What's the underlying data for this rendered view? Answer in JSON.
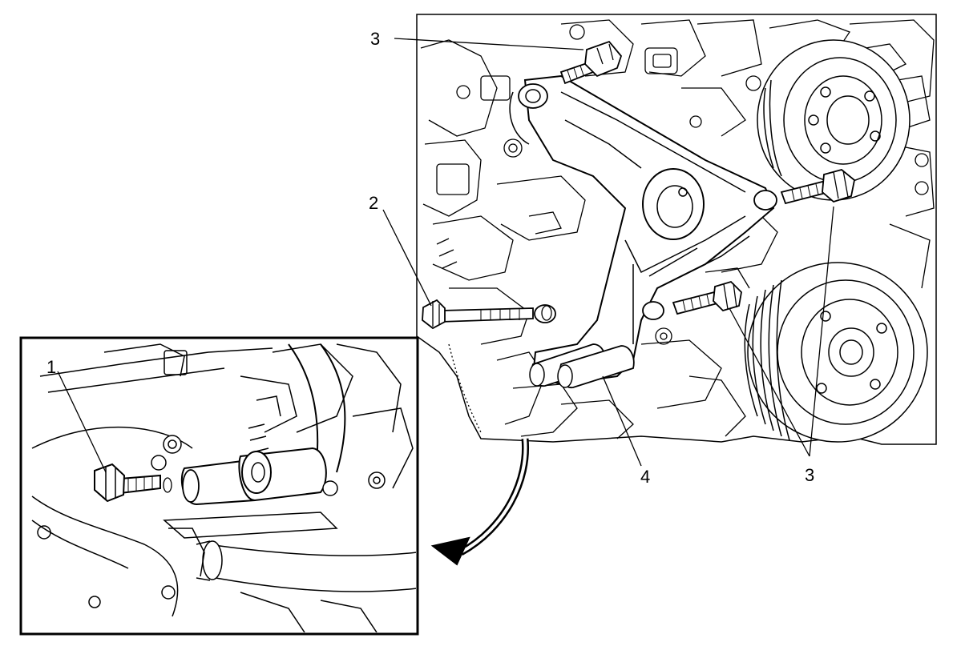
{
  "callouts": {
    "c1": "1",
    "c2": "2",
    "c3_top": "3",
    "c3_bottom": "3",
    "c4": "4"
  },
  "colors": {
    "line": "#000000",
    "background": "#ffffff"
  }
}
